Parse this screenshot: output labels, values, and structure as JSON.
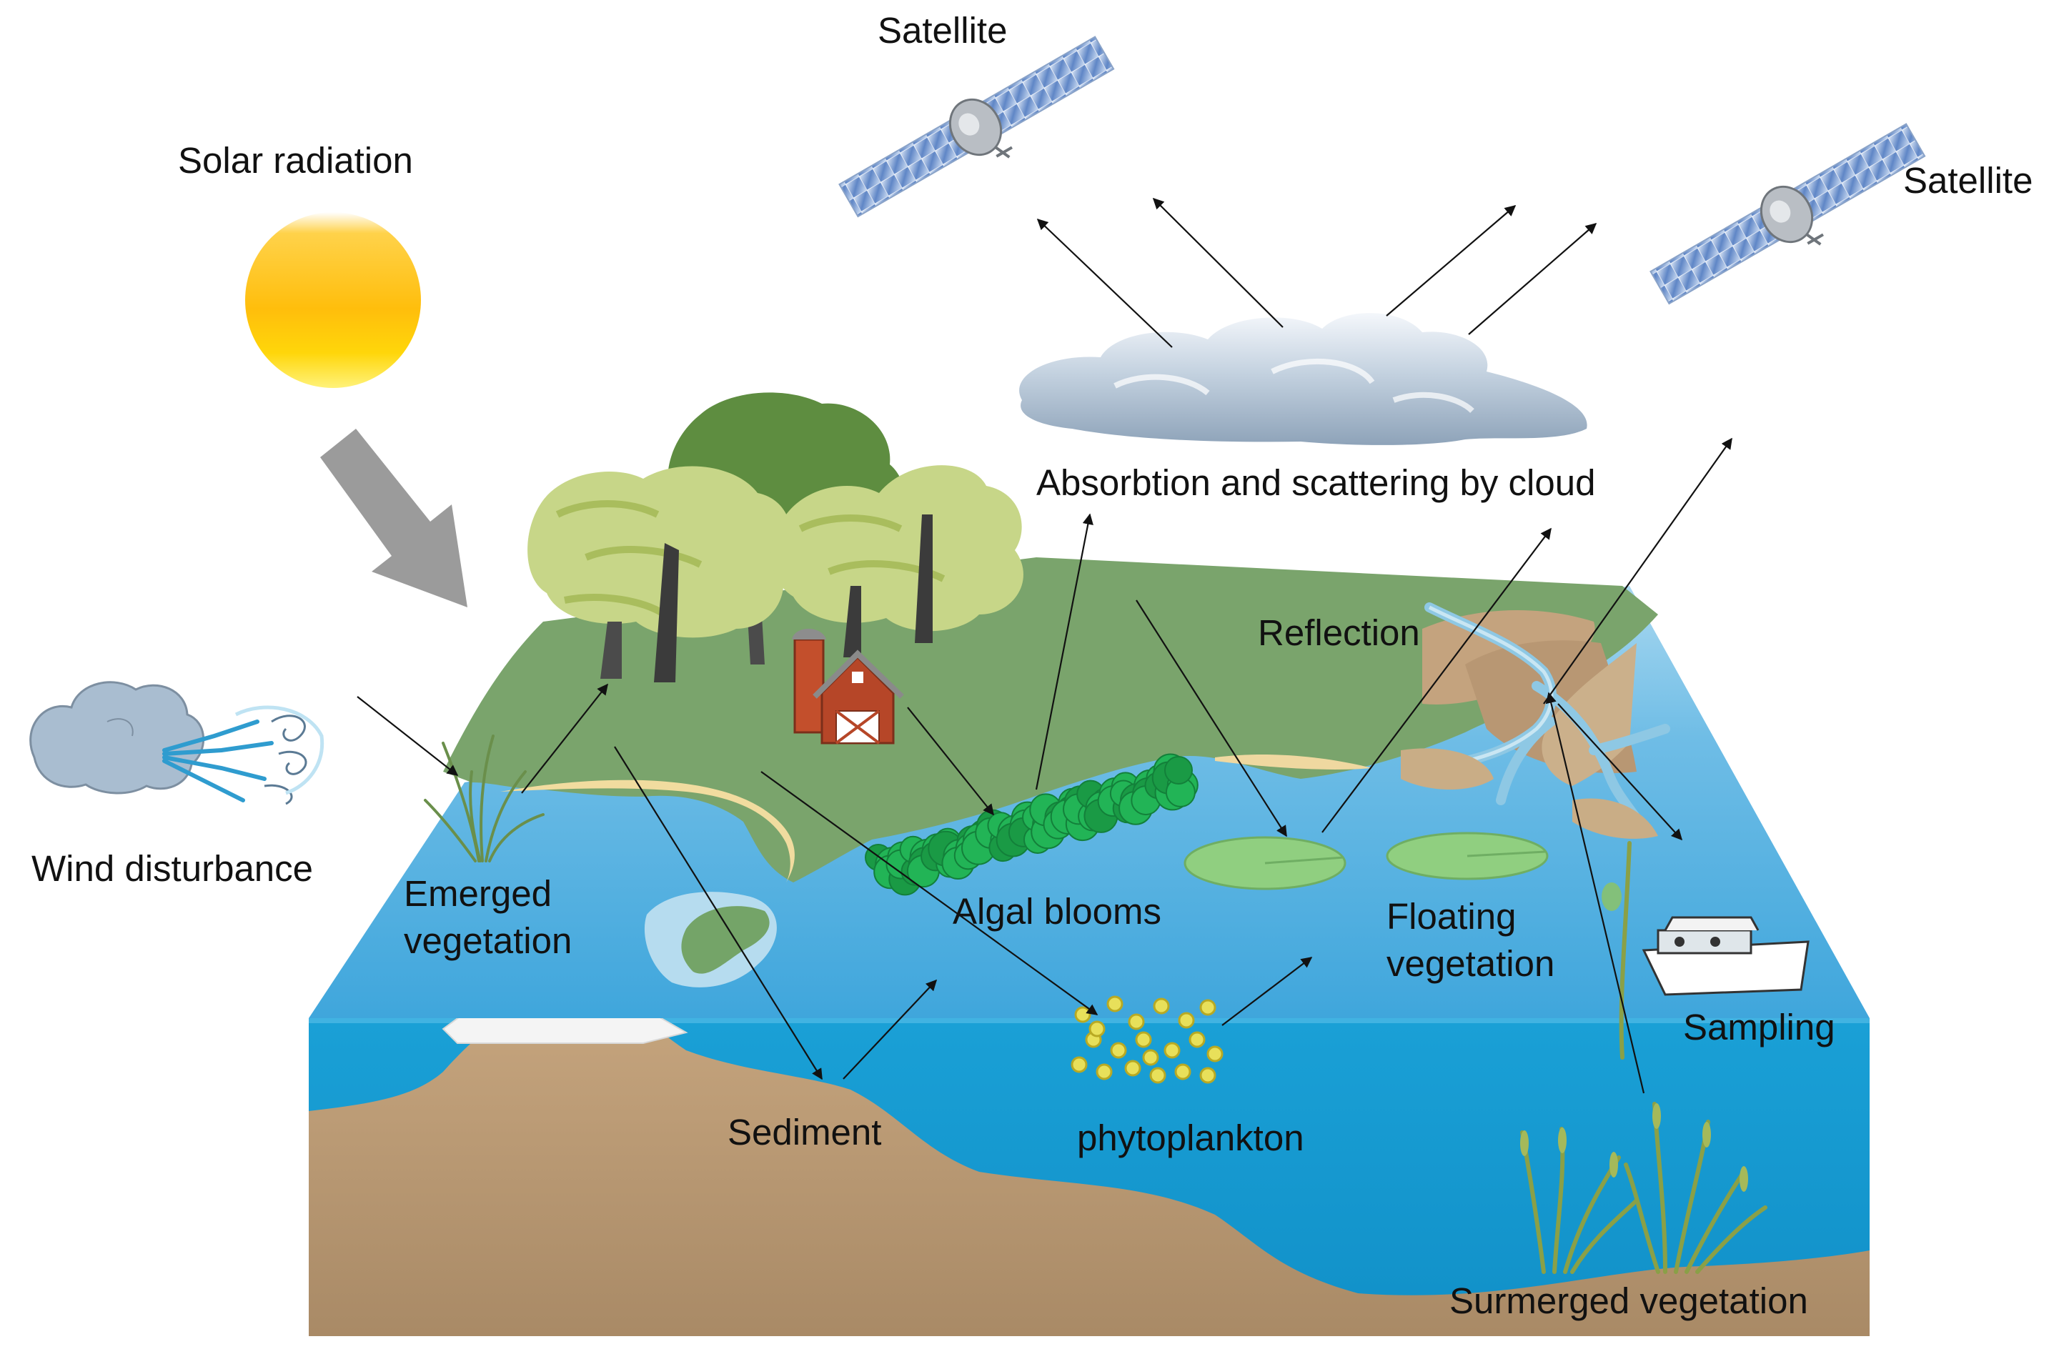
{
  "labels": {
    "satellite_top": "Satellite",
    "satellite_right": "Satellite",
    "solar_radiation": "Solar radiation",
    "cloud_effect": "Absorbtion and scattering by cloud",
    "reflection": "Reflection",
    "wind_disturbance": "Wind disturbance",
    "emerged_vegetation": [
      "Emerged",
      "vegetation"
    ],
    "algal_blooms": "Algal blooms",
    "floating_vegetation": [
      "Floating",
      "vegetation"
    ],
    "sampling": "Sampling",
    "sediment": "Sediment",
    "phytoplankton": "phytoplankton",
    "submerged_vegetation": "Surmerged vegetation"
  },
  "colors": {
    "land": "#7ea46e",
    "water_surface": "#5aaede",
    "water_body": "#189cd2",
    "sediment": "#c4a37e",
    "sun": "#ffc20a",
    "cloud": "#aebfd2",
    "algae": "#1faf53",
    "lily_pad": "#8fcf7f",
    "barn": "#b34a2a"
  }
}
